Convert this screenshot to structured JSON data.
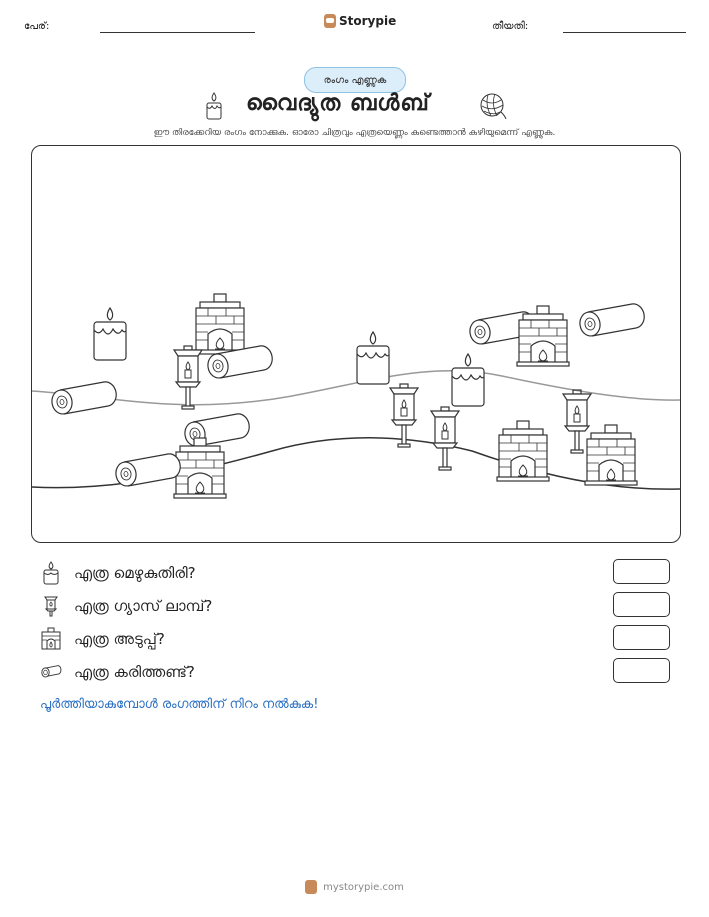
{
  "header": {
    "name_label": "പേര്:",
    "brand": "Storypie",
    "date_label": "തീയതി:"
  },
  "badge": "രംഗം എണ്ണുക",
  "title": "വൈദ്യുത ബൾബ്",
  "instruction": "ഈ തിരക്കേറിയ രംഗം നോക്കുക. ഓരോ ചിത്രവും എത്രയെണ്ണം കണ്ടെത്താൻ കഴിയുമെന്ന് എണ്ണുക.",
  "icons": {
    "title_left": "candle-icon",
    "title_right": "yarn-ball-icon"
  },
  "questions": [
    {
      "icon": "candle-icon",
      "text": "എത്ര മെഴുകുതിരി?"
    },
    {
      "icon": "gas-lamp-icon",
      "text": "എത്ര ഗ്യാസ് ലാമ്പ്?"
    },
    {
      "icon": "fireplace-icon",
      "text": "എത്ര അടുപ്പ്?"
    },
    {
      "icon": "log-icon",
      "text": "എത്ര കരിത്തണ്ട്?"
    }
  ],
  "finish_note": "പൂർത്തിയാകുമ്പോൾ രംഗത്തിന് നിറം നൽകുക!",
  "footer": "mystorypie.com"
}
